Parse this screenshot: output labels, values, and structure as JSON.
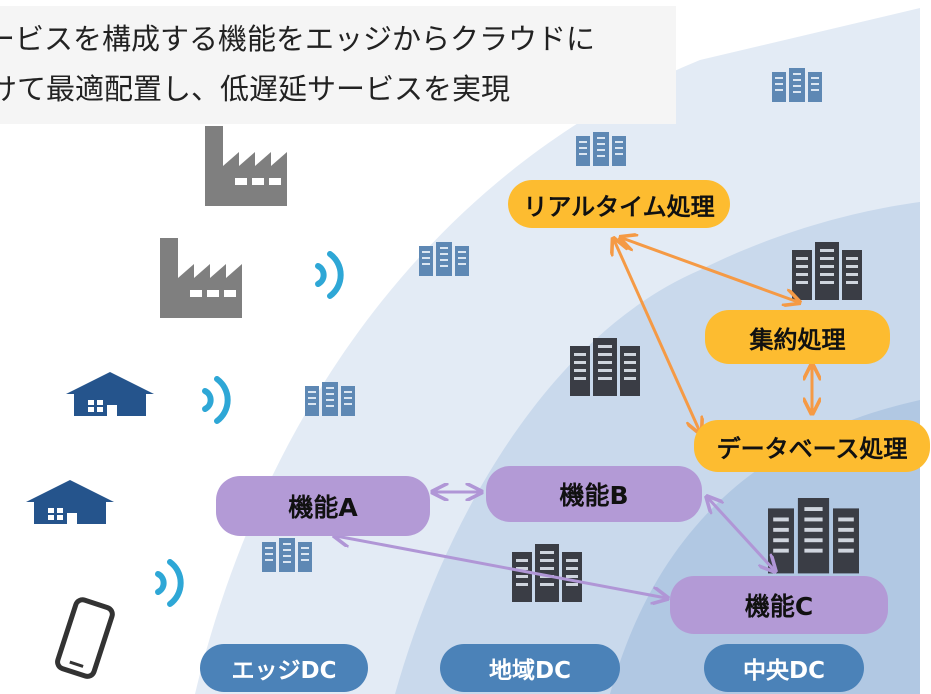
{
  "caption": {
    "line1": "ービスを構成する機能をエッジからクラウドに",
    "line2": "けて最適配置し、低遅延サービスを実現"
  },
  "functions": {
    "a": "機能A",
    "b": "機能B",
    "c": "機能C"
  },
  "processes": {
    "realtime": "リアルタイム処理",
    "aggregate": "集約処理",
    "database": "データベース処理"
  },
  "datacenters": {
    "edge": "エッジDC",
    "regional": "地域DC",
    "central": "中央DC"
  },
  "colors": {
    "zone_edge": "#e3ebf5",
    "zone_regional": "#c9d9ec",
    "zone_central": "#b1c8e3",
    "function_pill": "#b39ad6",
    "process_pill": "#fdbc30",
    "dc_pill": "#4b82b8",
    "orange_arrow": "#f59a45",
    "purple_arrow": "#b096d6",
    "wireless": "#2ea7d6",
    "house": "#25548c",
    "factory": "#7f7f7f"
  }
}
